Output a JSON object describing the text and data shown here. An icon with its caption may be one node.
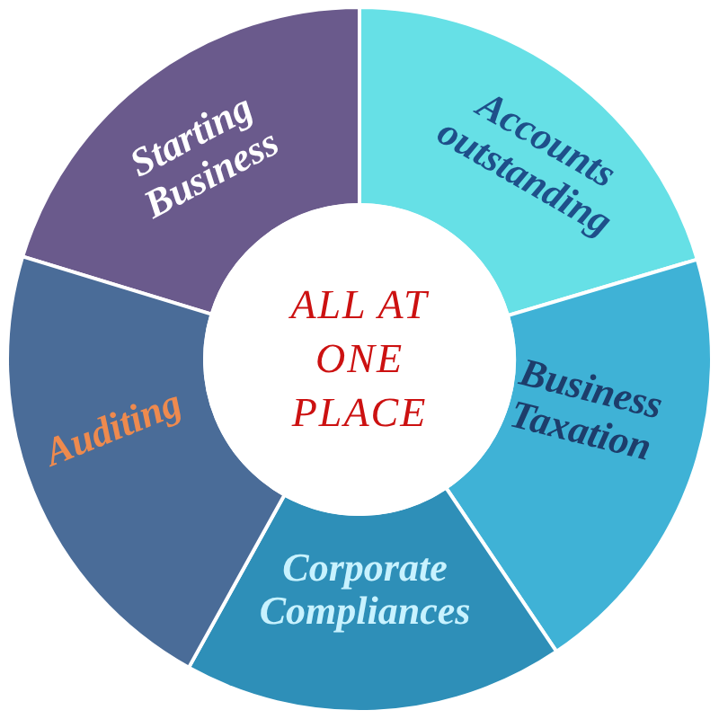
{
  "diagram": {
    "nodes": [
      {
        "text": [
          "ALL AT ONE PLACE"
        ]
      },
      {
        "text": [
          "Starting Business"
        ]
      },
      {
        "text": [
          "Accounts outstanding"
        ]
      },
      {
        "text": [
          "Business Taxation"
        ]
      },
      {
        "text": [
          "Corporate Compliances"
        ]
      },
      {
        "text": [
          "Auditing"
        ]
      }
    ]
  }
}
